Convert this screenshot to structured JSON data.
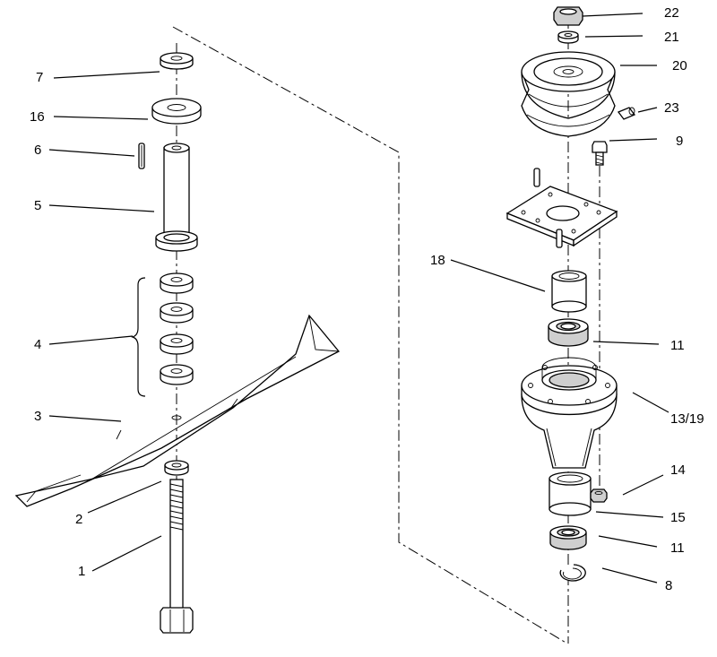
{
  "callouts": {
    "c1": "1",
    "c2": "2",
    "c3": "3",
    "c4": "4",
    "c5": "5",
    "c6": "6",
    "c7": "7",
    "c8": "8",
    "c9": "9",
    "c11a": "11",
    "c11b": "11",
    "c13_19": "13/19",
    "c14": "14",
    "c15": "15",
    "c16": "16",
    "c18": "18",
    "c20": "20",
    "c21": "21",
    "c22": "22",
    "c23": "23"
  }
}
